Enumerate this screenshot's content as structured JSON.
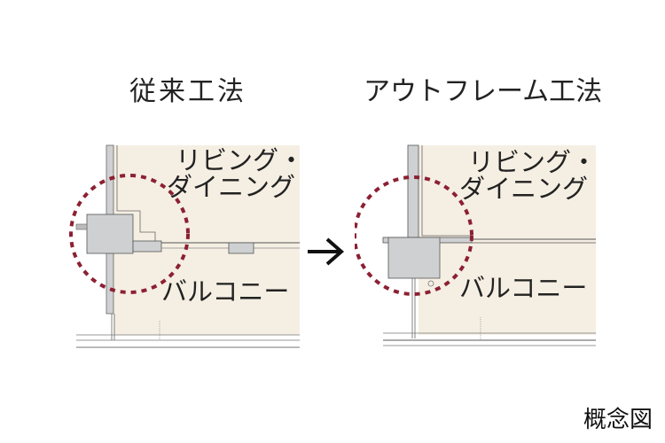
{
  "diagram": {
    "left": {
      "title": "従来工法",
      "room_upper_line1": "リビング・",
      "room_upper_line2": "ダイニング",
      "room_lower": "バルコニー"
    },
    "right": {
      "title": "アウトフレーム工法",
      "room_upper_line1": "リビング・",
      "room_upper_line2": "ダイニング",
      "room_lower": "バルコニー"
    },
    "arrow": "→",
    "caption": "概念図",
    "colors": {
      "floor": "#f5efe3",
      "column": "#cfd0d2",
      "outline": "#555555",
      "highlight_circle": "#8c2032"
    }
  }
}
